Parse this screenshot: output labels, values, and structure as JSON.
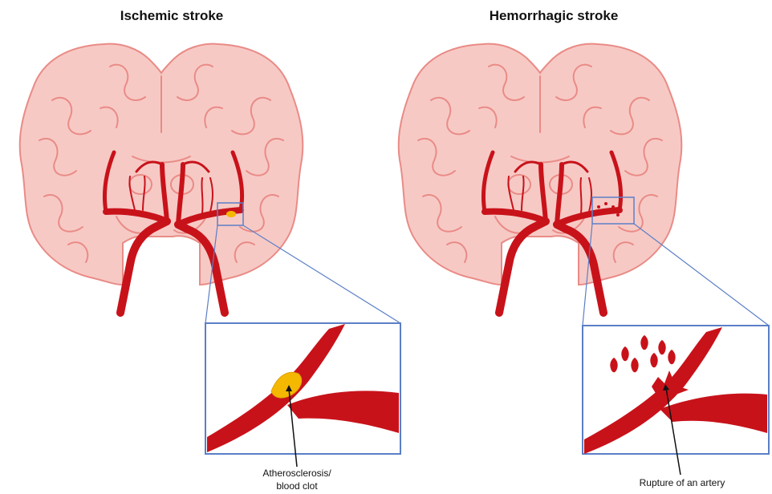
{
  "panels": {
    "ischemic": {
      "title": "Ischemic stroke",
      "callout_line1": "Atherosclerosis/",
      "callout_line2": "blood clot"
    },
    "hemorrhagic": {
      "title": "Hemorrhagic stroke",
      "callout": "Rupture of an artery"
    }
  },
  "colors": {
    "brain_fill": "#f7c9c5",
    "brain_outline": "#e98b86",
    "artery": "#c8121a",
    "clot": "#f5b800",
    "zoom_frame": "#5b7fc7"
  }
}
